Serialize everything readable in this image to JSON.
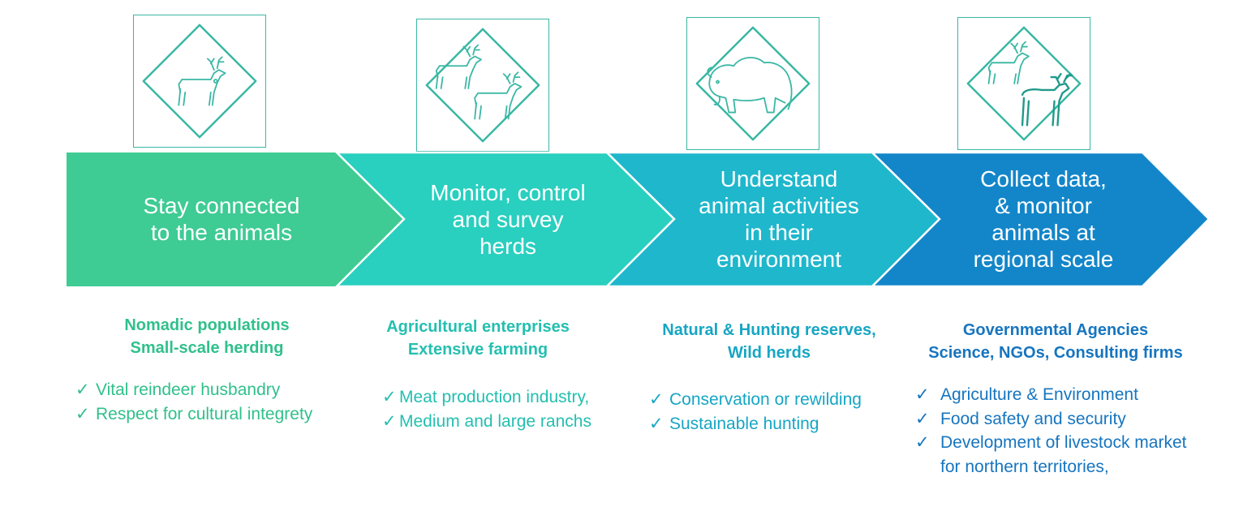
{
  "colors": {
    "stage1": "#3ecb94",
    "stage2": "#29cfbf",
    "stage3": "#1fb7cc",
    "stage4": "#1386c9",
    "icon_stroke": "#39b7a4",
    "text1": "#30c08c",
    "text2": "#24bfb0",
    "text3": "#16a6c4",
    "text4": "#1675bf"
  },
  "stages": [
    {
      "icon": "reindeer-icon",
      "label": "Stay connected\nto the animals",
      "audience": "Nomadic populations\nSmall-scale herding",
      "check": "✓",
      "benefits": [
        "Vital reindeer husbandry",
        "Respect for cultural integrety"
      ]
    },
    {
      "icon": "reindeer-herd-icon",
      "label": "Monitor, control\nand survey\nherds",
      "audience": "Agricultural enterprises\nExtensive farming",
      "check": "✓",
      "benefits": [
        "Meat production industry,",
        "Medium and large ranchs"
      ]
    },
    {
      "icon": "bison-icon",
      "label": "Understand\nanimal activities\nin their\nenvironment",
      "audience": "Natural & Hunting reserves,\nWild herds",
      "check": "✓",
      "benefits": [
        "Conservation or rewilding",
        "Sustainable hunting"
      ]
    },
    {
      "icon": "reindeer-moose-icon",
      "label": "Collect data,\n& monitor\nanimals at\nregional scale",
      "audience": "Governmental Agencies\nScience, NGOs, Consulting firms",
      "check": "✓",
      "benefits": [
        "Agriculture & Environment",
        "Food safety and security",
        "Development of livestock market\nfor northern territories,"
      ]
    }
  ]
}
